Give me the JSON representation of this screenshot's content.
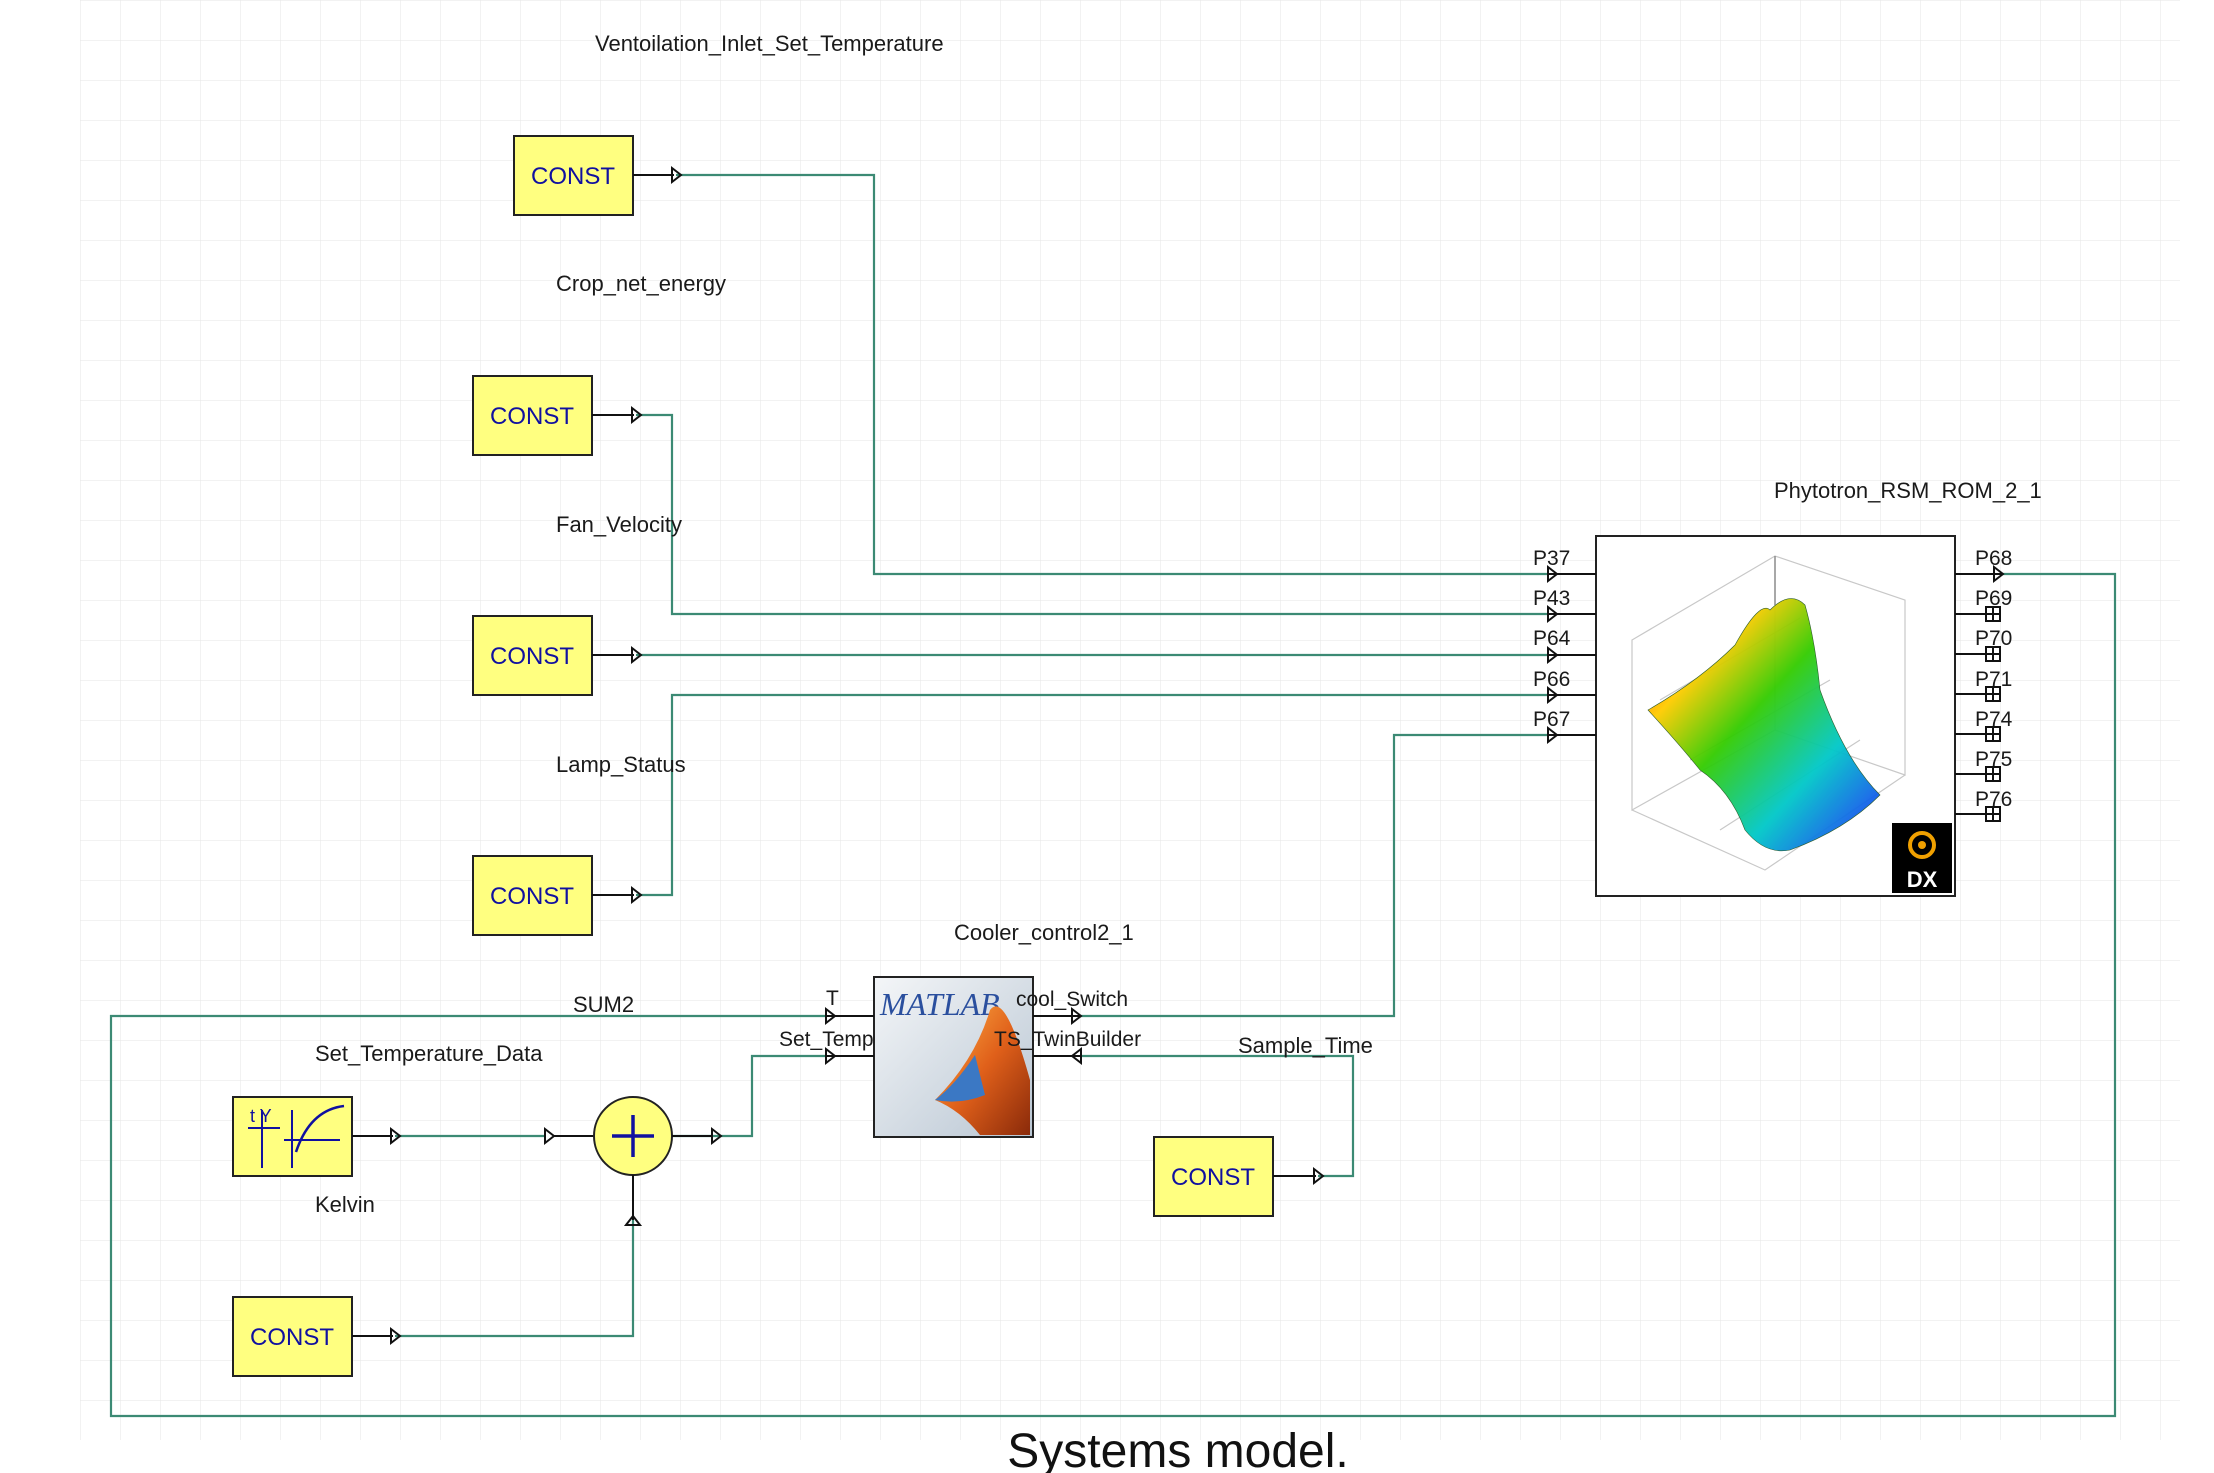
{
  "caption": "Systems model.",
  "block_labels": {
    "ventilation": "Ventoilation_Inlet_Set_Temperature",
    "crop": "Crop_net_energy",
    "fan": "Fan_Velocity",
    "lamp": "Lamp_Status",
    "phytotron": "Phytotron_RSM_ROM_2_1",
    "cooler": "Cooler_control2_1",
    "sum2": "SUM2",
    "set_temp_data": "Set_Temperature_Data",
    "kelvin": "Kelvin",
    "sample_time": "Sample_Time"
  },
  "const_text": "CONST",
  "table_text": "t Y",
  "matlab_logo": "MATLAB",
  "dx_badge": "DX",
  "phytotron_inputs": [
    "P37",
    "P43",
    "P64",
    "P66",
    "P67"
  ],
  "phytotron_outputs": [
    "P68",
    "P69",
    "P70",
    "P71",
    "P74",
    "P75",
    "P76"
  ],
  "cooler_inputs": [
    "T",
    "Set_Temp"
  ],
  "cooler_outputs": [
    "cool_Switch",
    "TS_TwinBuilder"
  ],
  "colors": {
    "wire": "#3c8a74",
    "const_fill": "#ffff80",
    "grid": "#e6e6e6"
  }
}
